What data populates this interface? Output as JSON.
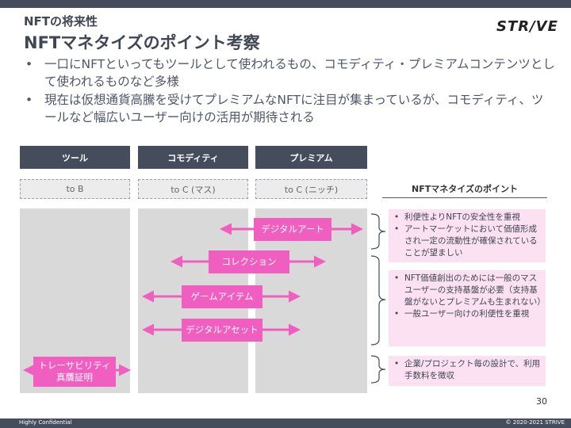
{
  "header": {
    "subtitle": "NFTの将来性",
    "title": "NFTマネタイズのポイント考察",
    "logo": "STR/VE"
  },
  "bullets": [
    "一口にNFTといってもツールとして使われるもの、コモディティ・プレミアムコンテンツとして使われるものなど多様",
    "現在は仮想通貨高騰を受けてプレミアムなNFTに注目が集まっているが、コモディティ、ツールなど幅広いユーザー向けの活用が期待される"
  ],
  "columns": [
    {
      "label": "ツール",
      "target": "to B"
    },
    {
      "label": "コモディティ",
      "target": "to C (マス)"
    },
    {
      "label": "プレミアム",
      "target": "to C (ニッチ)"
    }
  ],
  "pills": {
    "digital_art": "デジタルアート",
    "collection": "コレクション",
    "game_item": "ゲームアイテム",
    "digital_asset": "デジタルアセット",
    "traceability_line1": "トレーサビリティ",
    "traceability_line2": "真贋証明"
  },
  "points": {
    "heading": "NFTマネタイズのポイント",
    "box1": [
      "利便性よりNFTの安全性を重視",
      "アートマーケットにおいて価値形成され一定の流動性が確保されていることが望ましい"
    ],
    "box2": [
      "NFT価値創出のためには一般のマスユーザーの支持基盤が必要（支持基盤がないとプレミアムも生まれない）",
      "一般ユーザー向けの利便性を重視"
    ],
    "box3": [
      "企業/プロジェクト毎の設計で、利用手数料を徴収"
    ]
  },
  "footer": {
    "confidential": "Highly Confidential",
    "copyright": "© 2020-2021 STRIVE",
    "page": "30"
  },
  "colors": {
    "dark": "#454c5c",
    "pink": "#f05fbf",
    "pink_light": "#fbe1f1",
    "column_bg": "#d9d9d9"
  }
}
